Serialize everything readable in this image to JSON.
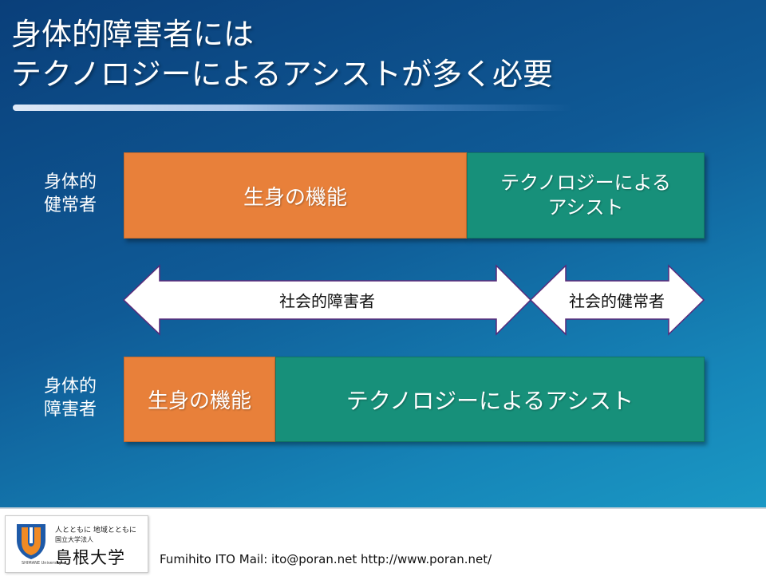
{
  "title": {
    "line1": "身体的障害者には",
    "line2": "テクノロジーによるアシストが多く必要"
  },
  "rows": [
    {
      "label_lines": [
        "身体的",
        "健常者"
      ],
      "body_function": "生身の機能",
      "tech_assist_lines": [
        "テクノロジーによる",
        "アシスト"
      ],
      "body_share": 0.59
    },
    {
      "label_lines": [
        "身体的",
        "障害者"
      ],
      "body_function": "生身の機能",
      "tech_assist": "テクノロジーによるアシスト",
      "body_share": 0.26
    }
  ],
  "arrows": {
    "social_disabled": "社会的障害者",
    "social_healthy": "社会的健常者"
  },
  "colors": {
    "body_function": "#e8803a",
    "tech_assist": "#17907a",
    "background": "#0f5a96",
    "arrow_fill": "#ffffff",
    "arrow_stroke": "#5a2a7a"
  },
  "footer": {
    "logo": {
      "tagline": "人とともに 地域とともに",
      "corp": "国立大学法人",
      "name": "島根大学",
      "small": "SHIMANE University"
    },
    "credit": "Fumihito ITO  Mail: ito@poran.net  http://www.poran.net/"
  }
}
